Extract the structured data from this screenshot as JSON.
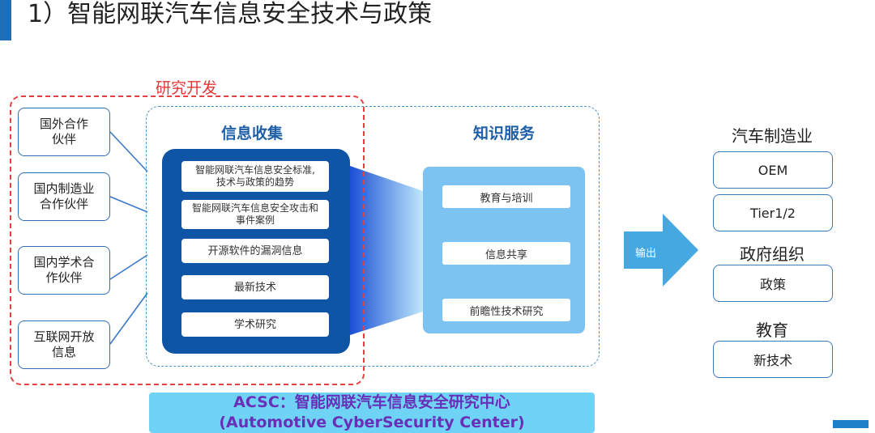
{
  "title": "1）智能网联汽车信息安全技术与政策",
  "rd_label": "研究开发",
  "partners": [
    {
      "line1": "国外合作",
      "line2": "伙伴"
    },
    {
      "line1": "国内制造业",
      "line2": "合作伙伴"
    },
    {
      "line1": "国内学术合",
      "line2": "作伙伴"
    },
    {
      "line1": "互联网开放",
      "line2": "信息"
    }
  ],
  "info_collection": {
    "heading": "信息收集",
    "items": [
      {
        "line1": "智能网联汽车信息安全标准,",
        "line2": "技术与政策的趋势"
      },
      {
        "line1": "智能网联汽车信息安全攻击和",
        "line2": "事件案例"
      },
      {
        "line1": "开源软件的漏洞信息",
        "line2": ""
      },
      {
        "line1": "最新技术",
        "line2": ""
      },
      {
        "line1": "学术研究",
        "line2": ""
      }
    ]
  },
  "knowledge_service": {
    "heading": "知识服务",
    "items": [
      "教育与培训",
      "信息共享",
      "前瞻性技术研究"
    ]
  },
  "output_label": "输出",
  "sections": {
    "auto": {
      "label": "汽车制造业",
      "items": [
        "OEM",
        "Tier1/2"
      ]
    },
    "gov": {
      "label": "政府组织",
      "items": [
        "政策"
      ]
    },
    "edu": {
      "label": "教育",
      "items": [
        "新技术"
      ]
    }
  },
  "acsc": {
    "line1": "ACSC：智能网联汽车信息安全研究中心",
    "line2": "(Automotive CyberSecurity Center)"
  },
  "colors": {
    "accent": "#1e6fb8",
    "dark_panel": "#0f55a6",
    "light_panel": "#7cc3f2",
    "red_dash": "#e54040",
    "acsc_bar": "#6ed3f5",
    "acsc_text": "#6a2fb8"
  }
}
